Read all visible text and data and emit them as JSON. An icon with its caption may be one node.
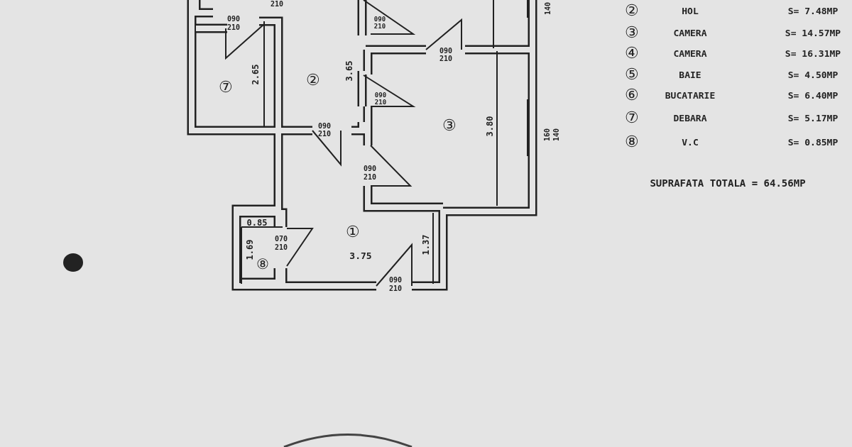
{
  "diagram": {
    "labels": [
      "210",
      "090",
      "210",
      "090",
      "210",
      "140",
      "090",
      "210",
      "⑦",
      "2.65",
      "②",
      "3.65",
      "090",
      "210",
      "090",
      "210",
      "③",
      "3.80",
      "160",
      "140",
      "090",
      "210",
      "0.85",
      "1.69",
      "①",
      "070",
      "210",
      "⑧",
      "3.75",
      "1.37",
      "090",
      "210",
      "②",
      "HOL",
      "S= 7.48MP",
      "③",
      "CAMERA",
      "S= 14.57MP",
      "④",
      "CAMERA",
      "S= 16.31MP",
      "⑤",
      "BAIE",
      "S= 4.50MP",
      "⑥",
      "BUCATARIE",
      "S= 6.40MP",
      "⑦",
      "DEBARA",
      "S= 5.17MP",
      "⑧",
      "V.C",
      "S= 0.85MP",
      "SUPRAFATA TOTALA = 64.56MP"
    ]
  }
}
